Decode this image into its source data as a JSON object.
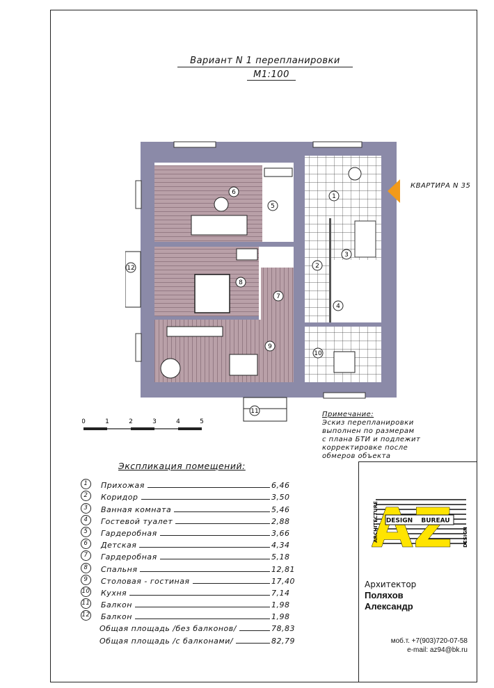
{
  "header": {
    "title": "Вариант N 1 перепланировки",
    "scale": "М1:100"
  },
  "plan": {
    "apartment_label": "КВАРТИРА N 35",
    "room_markers": [
      "1",
      "2",
      "3",
      "4",
      "5",
      "6",
      "7",
      "8",
      "9",
      "10",
      "11",
      "12"
    ],
    "wall_color": "#8b8aa8",
    "floor_color": "#b9a0a8",
    "arrow_color": "#f29a1a"
  },
  "scale_bar": {
    "ticks": [
      "0",
      "1",
      "2",
      "3",
      "4",
      "5"
    ]
  },
  "note": {
    "title": "Примечание:",
    "lines": [
      "Эскиз перепланировки",
      "выполнен по размерам",
      "с плана БТИ и подлежит",
      "корректировке после",
      "обмеров объекта"
    ]
  },
  "legend": {
    "title": "Экспликация помещений:",
    "rooms": [
      {
        "num": "1",
        "name": "Прихожая",
        "area": "6,46"
      },
      {
        "num": "2",
        "name": "Коридор",
        "area": "3,50"
      },
      {
        "num": "3",
        "name": "Ванная комната",
        "area": "5,46"
      },
      {
        "num": "4",
        "name": "Гостевой туалет",
        "area": "2,88"
      },
      {
        "num": "5",
        "name": "Гардеробная",
        "area": "3,66"
      },
      {
        "num": "6",
        "name": "Детская",
        "area": "4,34"
      },
      {
        "num": "7",
        "name": "Гардеробная",
        "area": "5,18"
      },
      {
        "num": "8",
        "name": "Спальня",
        "area": "12,81"
      },
      {
        "num": "9",
        "name": "Столовая - гостиная",
        "area": "17,40"
      },
      {
        "num": "10",
        "name": "Кухня",
        "area": "7,14"
      },
      {
        "num": "11",
        "name": "Балкон",
        "area": "1,98"
      },
      {
        "num": "12",
        "name": "Балкон",
        "area": "1,98"
      }
    ],
    "totals": [
      {
        "name": "Общая площадь /без балконов/",
        "area": "78,83"
      },
      {
        "name": "Общая площадь /с балконами/",
        "area": "82,79"
      }
    ]
  },
  "logo": {
    "letters": "AZ",
    "word_design": "DESIGN",
    "word_bureau": "BUREAU",
    "word_architecture": "ARCHITECTURE",
    "word_design_vertical": "DESIGN",
    "accent_color": "#ffe400"
  },
  "architect": {
    "role": "Архитектор",
    "surname": "Поляхов",
    "first_name": "Александр",
    "phone": "моб.т. +7(903)720-07-58",
    "email": "e-mail: az94@bk.ru"
  }
}
